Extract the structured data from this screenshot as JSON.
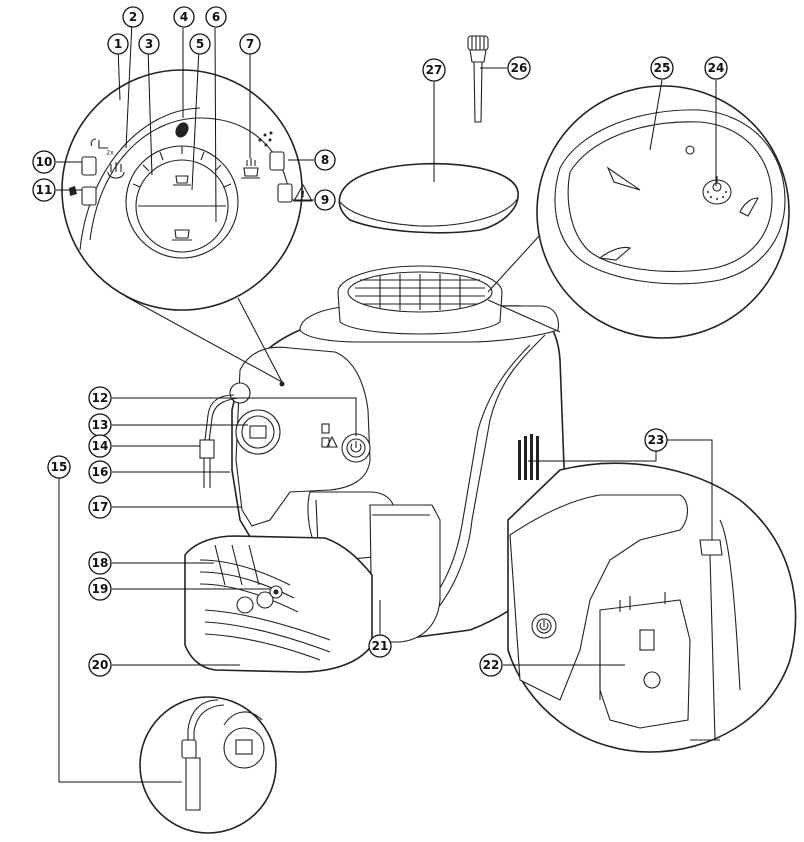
{
  "callouts": [
    {
      "id": "c1",
      "number": "1"
    },
    {
      "id": "c2",
      "number": "2"
    },
    {
      "id": "c3",
      "number": "3"
    },
    {
      "id": "c4",
      "number": "4"
    },
    {
      "id": "c5",
      "number": "5"
    },
    {
      "id": "c6",
      "number": "6"
    },
    {
      "id": "c7",
      "number": "7"
    },
    {
      "id": "c8",
      "number": "8"
    },
    {
      "id": "c9",
      "number": "9"
    },
    {
      "id": "c10",
      "number": "10"
    },
    {
      "id": "c11",
      "number": "11"
    },
    {
      "id": "c12",
      "number": "12"
    },
    {
      "id": "c13",
      "number": "13"
    },
    {
      "id": "c14",
      "number": "14"
    },
    {
      "id": "c15",
      "number": "15"
    },
    {
      "id": "c16",
      "number": "16"
    },
    {
      "id": "c17",
      "number": "17"
    },
    {
      "id": "c18",
      "number": "18"
    },
    {
      "id": "c19",
      "number": "19"
    },
    {
      "id": "c20",
      "number": "20"
    },
    {
      "id": "c21",
      "number": "21"
    },
    {
      "id": "c22",
      "number": "22"
    },
    {
      "id": "c23",
      "number": "23"
    },
    {
      "id": "c24",
      "number": "24"
    },
    {
      "id": "c25",
      "number": "25"
    },
    {
      "id": "c26",
      "number": "26"
    },
    {
      "id": "c27",
      "number": "27"
    }
  ],
  "panel_marks": {
    "double_cup": "2x",
    "warning": "!"
  },
  "icons": [
    "coffee-bean-icon",
    "steam-icon",
    "hot-water-icon",
    "descale-icon",
    "warning-icon",
    "double-espresso-icon",
    "aroma-icon",
    "power-icon",
    "espresso-cup-icon",
    "coffee-cup-icon"
  ],
  "colors": {
    "line": "#222222",
    "background": "#ffffff"
  }
}
